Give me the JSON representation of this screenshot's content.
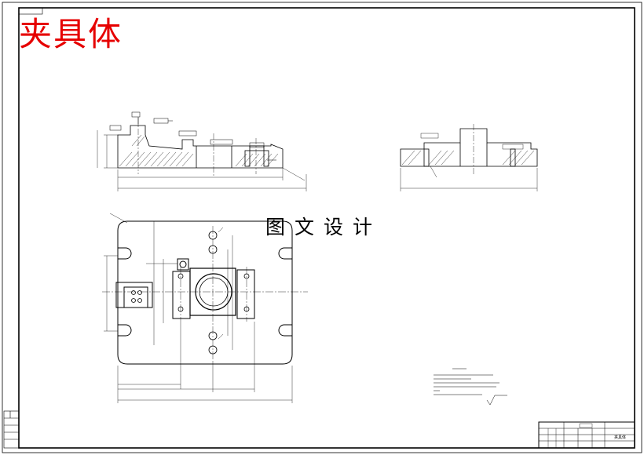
{
  "drawing": {
    "title": "夹具体",
    "watermark": "图文设计",
    "part_name": "夹具体"
  }
}
